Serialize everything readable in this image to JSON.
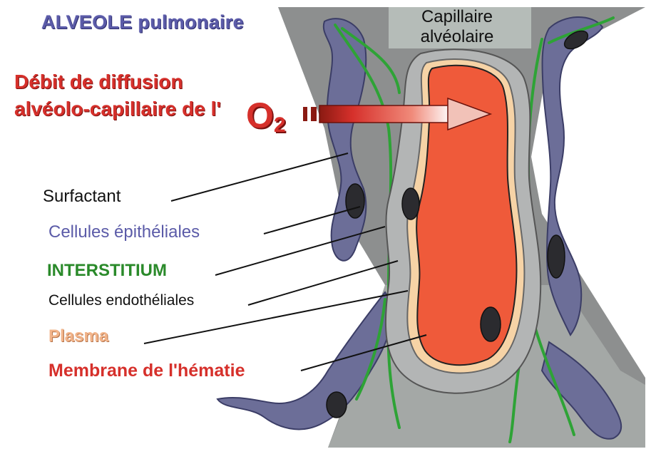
{
  "title": "ALVEOLE pulmonaire",
  "capillary_label": "Capillaire alvéolaire",
  "diffusion": {
    "line1": "Débit de diffusion",
    "line2": "alvéolo-capillaire de l'",
    "gas_symbol": "O",
    "gas_subscript": "2"
  },
  "labels": {
    "surfactant": "Surfactant",
    "epithelial": "Cellules épithéliales",
    "interstitium": "INTERSTITIUM",
    "endothelial": "Cellules endothéliales",
    "plasma": "Plasma",
    "membrane": "Membrane de l'hématie"
  },
  "colors": {
    "title": "#5b5ba8",
    "diffusion": "#d6302b",
    "epithelial": "#5b5ba8",
    "interstitium": "#2a8a2a",
    "plasma": "#f2b48a",
    "membrane": "#d6302b",
    "red_cell": "#ef5a3a",
    "alveolar_wall": "#8a8c8c"
  },
  "icons": {
    "diffusion_arrow": "arrow-right-icon",
    "cell_nucleus": "nucleus-icon"
  }
}
